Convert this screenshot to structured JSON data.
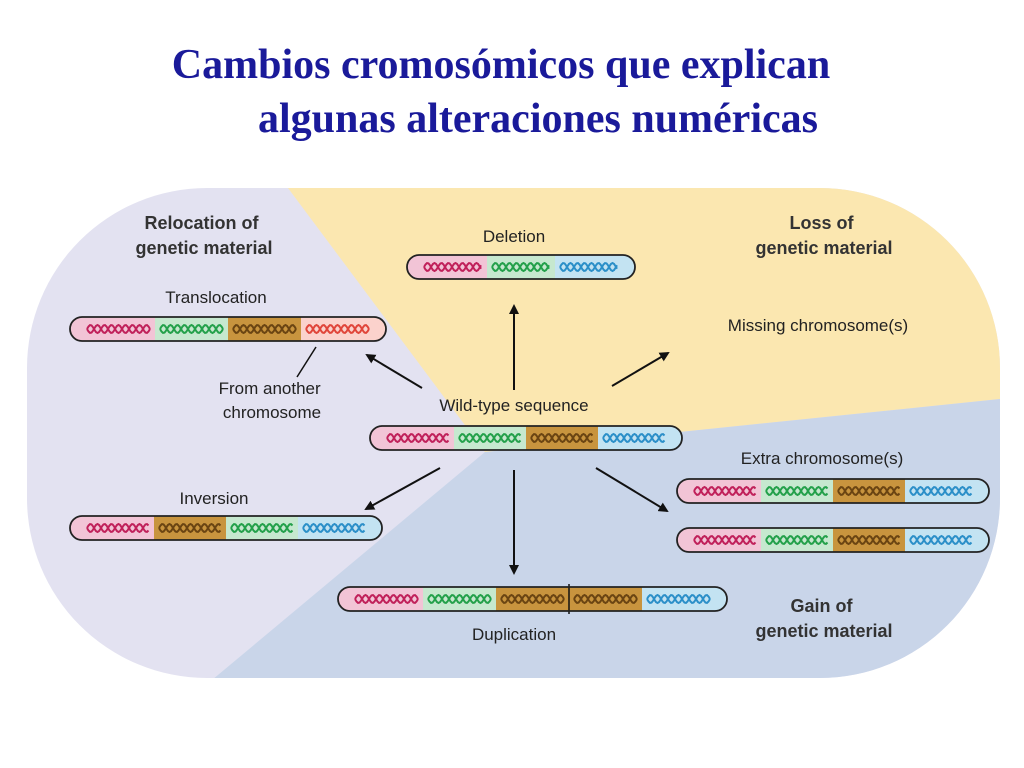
{
  "title": {
    "line1": "Cambios cromosómicos que explican",
    "line2": "algunas alteraciones numéricas"
  },
  "regions": {
    "relocation": {
      "line1": "Relocation of",
      "line2": "genetic material",
      "color": "#e3e2f1"
    },
    "loss": {
      "line1": "Loss of",
      "line2": "genetic material",
      "color": "#fbe7b0"
    },
    "gain": {
      "line1": "Gain of",
      "line2": "genetic material",
      "color": "#c9d5e9"
    }
  },
  "labels": {
    "deletion": "Deletion",
    "translocation": "Translocation",
    "from_another": [
      "From another",
      "chromosome"
    ],
    "inversion": "Inversion",
    "wild_type": "Wild-type sequence",
    "missing": "Missing chromosome(s)",
    "extra": "Extra chromosome(s)",
    "duplication": "Duplication"
  },
  "segment_colors": {
    "pink": {
      "fill": "#f2c4d6",
      "helix": "#c0205a"
    },
    "green": {
      "fill": "#c6e8cf",
      "helix": "#23a04a"
    },
    "tan": {
      "fill": "#c8943e",
      "helix": "#6a4412"
    },
    "blue": {
      "fill": "#c3e3f2",
      "helix": "#2b8fc8"
    },
    "red": {
      "fill": "#fbd2cc",
      "helix": "#e0453a"
    }
  },
  "chromosomes": {
    "wild_type": [
      "pink",
      "green",
      "tan",
      "blue"
    ],
    "deletion": [
      "pink",
      "green",
      "blue"
    ],
    "translocation": [
      "pink",
      "green",
      "tan",
      "red"
    ],
    "inversion": [
      "pink",
      "tan",
      "green",
      "blue"
    ],
    "duplication": [
      "pink",
      "green",
      "tan",
      "tan",
      "blue"
    ],
    "extra_1": [
      "pink",
      "green",
      "tan",
      "blue"
    ],
    "extra_2": [
      "pink",
      "green",
      "tan",
      "blue"
    ]
  }
}
